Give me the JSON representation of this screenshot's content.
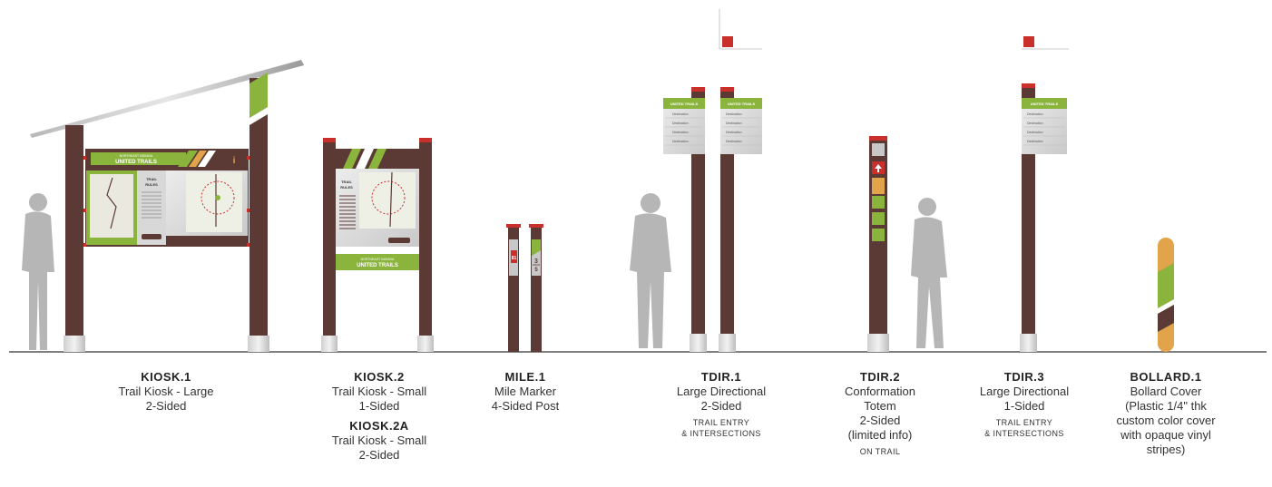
{
  "colors": {
    "post": "#5b3a36",
    "cap": "#c9302c",
    "green": "#8bb43c",
    "orange": "#e2a44a",
    "silver": "#c8c8c8",
    "panel": "#e4e4e4",
    "figure": "#b6b6b6",
    "ground": "#555555"
  },
  "signs": {
    "kiosk1": {
      "code": "KIOSK.1",
      "line1": "Trail Kiosk - Large",
      "line2": "2-Sided",
      "banner_small": "NORTHEAST INDIANA",
      "banner_big": "UNITED TRAILS",
      "rules_title_1": "TRAIL",
      "rules_title_2": "RULES",
      "info_glyph": "i"
    },
    "kiosk2": {
      "code": "KIOSK.2",
      "line1": "Trail Kiosk - Small",
      "line2": "1-Sided",
      "rules_title_1": "TRAIL",
      "rules_title_2": "RULES",
      "banner_small": "NORTHEAST INDIANA",
      "banner_big": "UNITED TRAILS"
    },
    "kiosk2a": {
      "code": "KIOSK.2A",
      "line1": "Trail Kiosk - Small",
      "line2": "2-Sided"
    },
    "mile1": {
      "code": "MILE.1",
      "line1": "Mile Marker",
      "line2": "4-Sided Post",
      "mile_number": "3",
      "mile_fraction": "5",
      "side_number": "81"
    },
    "tdir1": {
      "code": "TDIR.1",
      "line1": "Large Directional",
      "line2": "2-Sided",
      "note1": "TRAIL ENTRY",
      "note2": "& INTERSECTIONS",
      "sign_title": "UNITED TRAILS",
      "row_label": "Destination"
    },
    "tdir2": {
      "code": "TDIR.2",
      "line1": "Conformation",
      "line2": "Totem",
      "line3": "2-Sided",
      "line4": "(limited info)",
      "note1": "ON TRAIL"
    },
    "tdir3": {
      "code": "TDIR.3",
      "line1": "Large Directional",
      "line2": "1-Sided",
      "note1": "TRAIL ENTRY",
      "note2": "& INTERSECTIONS",
      "sign_title": "UNITED TRAILS",
      "row_label": "Destination"
    },
    "bollard1": {
      "code": "BOLLARD.1",
      "line1": "Bollard Cover",
      "line2": "(Plastic 1/4\" thk",
      "line3": "custom color cover",
      "line4": "with opaque vinyl",
      "line5": "stripes)"
    }
  }
}
